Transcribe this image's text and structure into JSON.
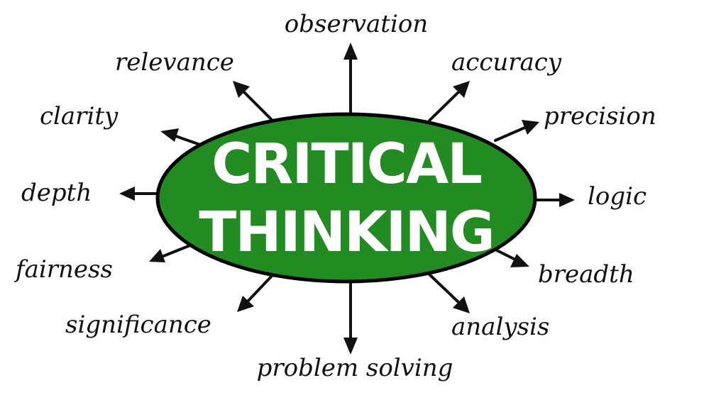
{
  "center": {
    "line1": "CRITICAL",
    "line2": "THINKING",
    "fill_color": "#228B22",
    "outline_color": "#000000"
  },
  "terms": {
    "observation": "observation",
    "accuracy": "accuracy",
    "precision": "precision",
    "logic": "logic",
    "breadth": "breadth",
    "analysis": "analysis",
    "problem_solving": "problem solving",
    "significance": "significance",
    "fairness": "fairness",
    "depth": "depth",
    "clarity": "clarity",
    "relevance": "relevance"
  }
}
